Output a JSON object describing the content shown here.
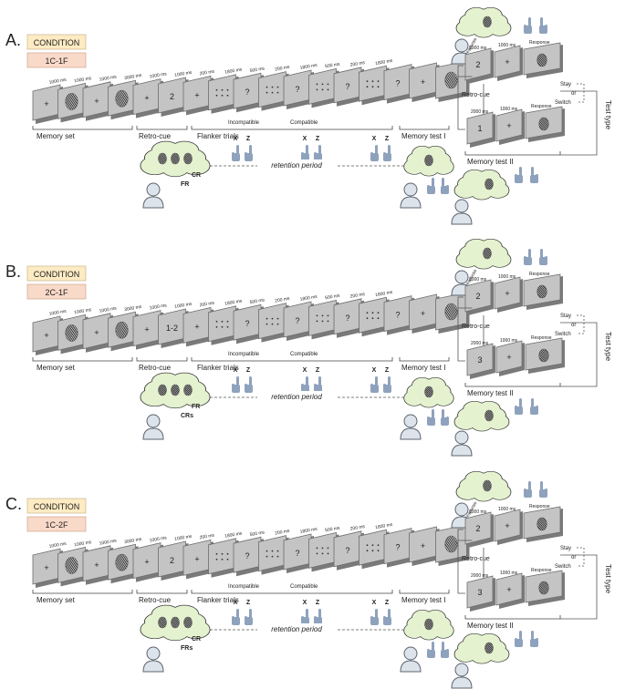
{
  "colors": {
    "condition_box": "#fdebc3",
    "code_box": "#f9d9c8",
    "card_front": "#9a9a9a",
    "card_back": "#c4c4c4",
    "cloud_fill": "#e4f2cf",
    "hand": "#8fa2bd",
    "green_digit": "#2e9a3e",
    "blue_digit": "#2e6ab3"
  },
  "panels": [
    {
      "letter": "A.",
      "condition": "CONDITION",
      "code": "1C-1F",
      "retro_cue_digit": "2",
      "test1_cue": "2",
      "test2_cue": "1",
      "thought_labels": [
        "CR",
        "FR"
      ]
    },
    {
      "letter": "B.",
      "condition": "CONDITION",
      "code": "2C-1F",
      "retro_cue_digit": "1-2",
      "test1_cue": "2",
      "test2_cue": "3",
      "thought_labels": [
        "FR",
        "CRs"
      ]
    },
    {
      "letter": "C.",
      "condition": "CONDITION",
      "code": "1C-2F",
      "retro_cue_digit": "2",
      "test1_cue": "2",
      "test2_cue": "3",
      "thought_labels": [
        "CR",
        "FRs"
      ]
    }
  ],
  "labels": {
    "memory_set": "Memory set",
    "retro_cue": "Retro-cue",
    "flanker_trials": "Flanker trials",
    "incompatible": "Incompatible",
    "compatible": "Compatible",
    "memory_test_1": "Memory test I",
    "memory_test_2": "Memory test II",
    "retention_period": "retention period",
    "stay": "Stay",
    "switch": "Switch",
    "or": "or",
    "test_type": "Test type",
    "response": "Response",
    "t1000": "1000 ms",
    "t2000": "2000 ms",
    "t3000": "3000 ms",
    "t200": "200 ms",
    "t500": "500 ms",
    "t1800": "1800 ms",
    "key_x": "X",
    "key_z": "Z",
    "plus": "+",
    "question": "?"
  }
}
